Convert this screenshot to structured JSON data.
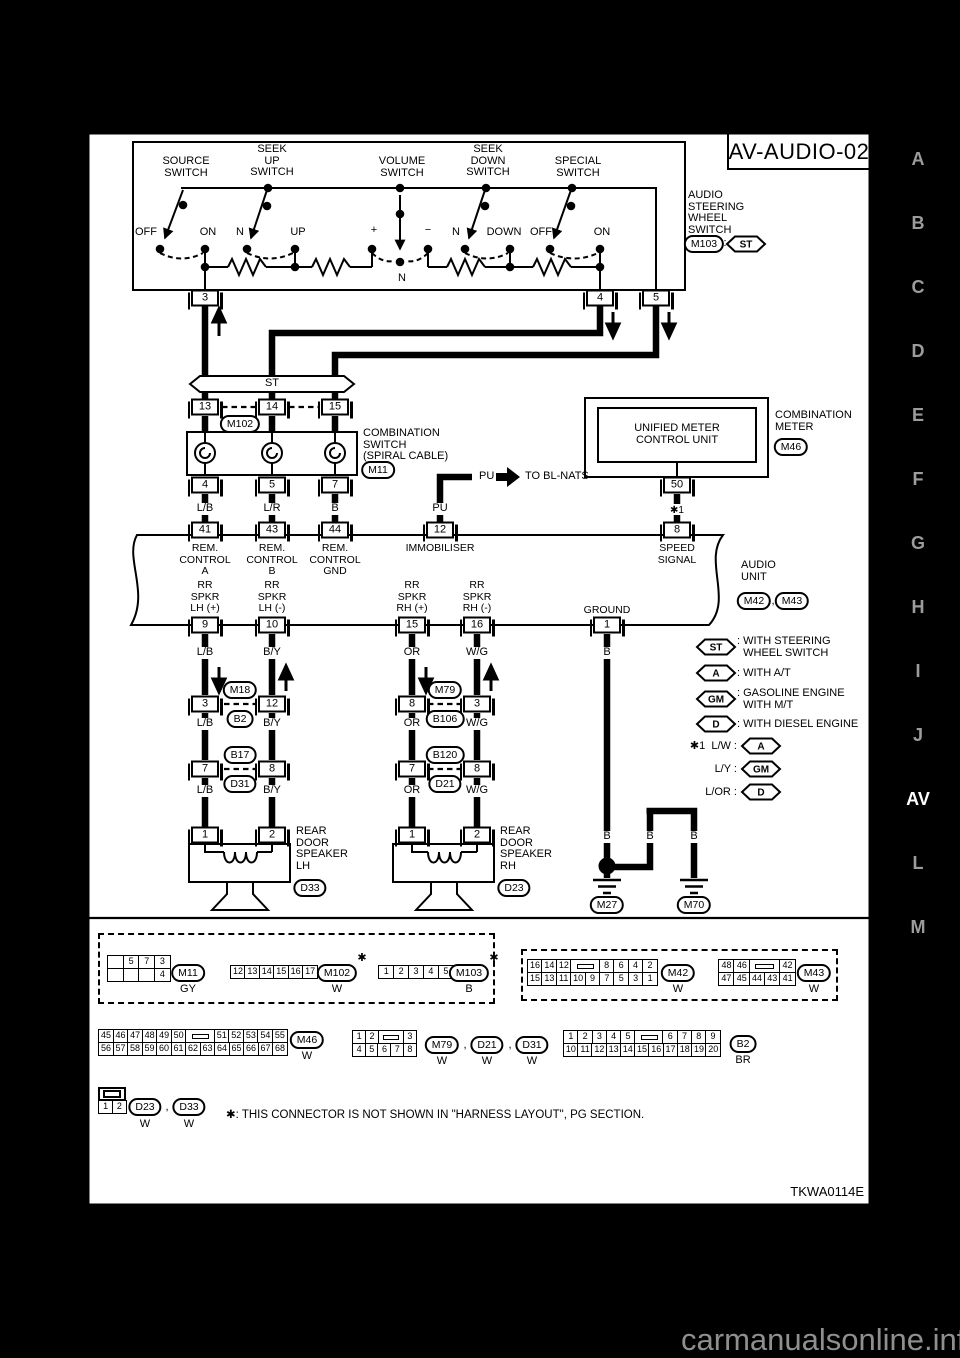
{
  "title": "AV-AUDIO-02",
  "fig_code": "TKWA0114E",
  "watermark": "carmanualsonline.info",
  "note": "✱: THIS CONNECTOR IS NOT SHOWN IN \"HARNESS LAYOUT\", PG SECTION.",
  "sidebar": {
    "letters": [
      "A",
      "B",
      "C",
      "D",
      "E",
      "F",
      "G",
      "H",
      "I",
      "J",
      "AV",
      "L",
      "M"
    ],
    "active": "AV"
  },
  "steering": {
    "label": "AUDIO\nSTEERING\nWHEEL\nSWITCH",
    "conn": "M103",
    "colon": ":",
    "tag": "ST"
  },
  "switches": {
    "titles": [
      "SOURCE\nSWITCH",
      "SEEK\nUP\nSWITCH",
      "VOLUME\nSWITCH",
      "SEEK\nDOWN\nSWITCH",
      "SPECIAL\nSWITCH"
    ],
    "positions": [
      "OFF",
      "ON",
      "N",
      "UP",
      "+",
      "−",
      "N",
      "N",
      "DOWN",
      "OFF",
      "ON"
    ],
    "pins": [
      "3",
      "4",
      "5"
    ]
  },
  "bus_label": "ST",
  "spiral": {
    "pins_top": [
      "13",
      "14",
      "15"
    ],
    "conn_mid": "M102",
    "label": "COMBINATION\nSWITCH\n(SPIRAL CABLE)",
    "conn": "M11",
    "pins_bot": [
      "4",
      "5",
      "7"
    ],
    "wires": [
      "L/B",
      "L/R",
      "B"
    ]
  },
  "pu": {
    "wire": "PU",
    "dest": "TO BL-NATS",
    "wire2": "PU",
    "pin": "12"
  },
  "meter": {
    "unit": "UNIFIED METER\nCONTROL UNIT",
    "label": "COMBINATION\nMETER",
    "conn": "M46",
    "pin": "50",
    "star1": "✱1"
  },
  "audio": {
    "pins_top": [
      "41",
      "43",
      "44",
      "12",
      "8"
    ],
    "fn_top": [
      "REM.\nCONTROL\nA",
      "REM.\nCONTROL\nB",
      "REM.\nCONTROL\nGND",
      "IMMOBILISER",
      "SPEED\nSIGNAL"
    ],
    "label": "AUDIO\nUNIT",
    "conn_a": "M42",
    "conn_b": "M43",
    "comma": ",",
    "pins_bot": [
      "9",
      "10",
      "15",
      "16",
      "1"
    ],
    "fn_bot": [
      "RR\nSPKR\nLH (+)",
      "RR\nSPKR\nLH (-)",
      "RR\nSPKR\nRH (+)",
      "RR\nSPKR\nRH (-)",
      "GROUND"
    ],
    "wires": [
      "L/B",
      "B/Y",
      "OR",
      "W/G",
      "B"
    ]
  },
  "lh": {
    "pins1": [
      "3",
      "12"
    ],
    "tag1a": "M18",
    "tag1b": "B2",
    "wires1": [
      "L/B",
      "B/Y"
    ],
    "pins2": [
      "7",
      "8"
    ],
    "tag2a": "B17",
    "tag2b": "D31",
    "wires2": [
      "L/B",
      "B/Y"
    ],
    "pins3": [
      "1",
      "2"
    ],
    "label": "REAR\nDOOR\nSPEAKER\nLH",
    "conn": "D33"
  },
  "rh": {
    "pins1": [
      "8",
      "3"
    ],
    "tag1a": "M79",
    "tag1b": "B106",
    "wires1": [
      "OR",
      "W/G"
    ],
    "pins2": [
      "7",
      "8"
    ],
    "tag2a": "B120",
    "tag2b": "D21",
    "wires2": [
      "OR",
      "W/G"
    ],
    "pins3": [
      "1",
      "2"
    ],
    "label": "REAR\nDOOR\nSPEAKER\nRH",
    "conn": "D23"
  },
  "ground": {
    "b1": "B",
    "b2": "B",
    "b3": "B",
    "b4": "B",
    "g1": "M27",
    "g2": "M70"
  },
  "legend": {
    "i0": {
      "tag": "ST",
      "text": ": WITH STEERING\n  WHEEL SWITCH"
    },
    "i1": {
      "tag": "A",
      "text": ": WITH A/T"
    },
    "i2": {
      "tag": "GM",
      "text": ": GASOLINE ENGINE\n  WITH M/T"
    },
    "i3": {
      "tag": "D",
      "text": ": WITH DIESEL ENGINE"
    }
  },
  "assign": {
    "a0": {
      "label": "✱1  L/W :",
      "tag": "A"
    },
    "a1": {
      "label": "L/Y :",
      "tag": "GM"
    },
    "a2": {
      "label": "L/OR :",
      "tag": "D"
    }
  },
  "cv": {
    "star": "✱",
    "comma": ",",
    "grids": {
      "M11": [
        [
          "",
          "5",
          "7",
          "3"
        ],
        [
          "",
          "",
          "",
          "4"
        ]
      ],
      "M102": [
        [
          "12",
          "13",
          "14",
          "15",
          "16",
          "17"
        ]
      ],
      "M103": [
        [
          "1",
          "2",
          "3",
          "4",
          "5"
        ]
      ],
      "M42": [
        [
          "16",
          "14",
          "12",
          null,
          "8",
          "6",
          "4",
          "2"
        ],
        [
          "15",
          "13",
          "11",
          "10",
          "9",
          "7",
          "5",
          "3",
          "1"
        ]
      ],
      "M43": [
        [
          "48",
          "46",
          null,
          "42"
        ],
        [
          "47",
          "45",
          "44",
          "43",
          "41"
        ]
      ],
      "M46": [
        [
          "45",
          "46",
          "47",
          "48",
          "49",
          "50",
          null,
          "51",
          "52",
          "53",
          "54",
          "55"
        ],
        [
          "56",
          "57",
          "58",
          "59",
          "60",
          "61",
          "62",
          "63",
          "64",
          "65",
          "66",
          "67",
          "68"
        ]
      ],
      "M79": [
        [
          "1",
          "2",
          null,
          "3"
        ],
        [
          "4",
          "5",
          "6",
          "7",
          "8"
        ]
      ],
      "B2": [
        [
          "1",
          "2",
          "3",
          "4",
          "5",
          null,
          "6",
          "7",
          "8",
          "9"
        ],
        [
          "10",
          "11",
          "12",
          "13",
          "14",
          "15",
          "16",
          "17",
          "18",
          "19",
          "20"
        ]
      ],
      "D23": [
        [
          "1",
          "2"
        ]
      ]
    },
    "m11": "M11",
    "m11c": "GY",
    "m102": "M102",
    "m102c": "W",
    "m103": "M103",
    "m103c": "B",
    "m42": "M42",
    "m42c": "W",
    "m43": "M43",
    "m43c": "W",
    "m46": "M46",
    "m46c": "W",
    "m79": "M79",
    "m79c": "W",
    "d21": "D21",
    "d21c": "W",
    "d31": "D31",
    "d31c": "W",
    "b2": "B2",
    "b2c": "BR",
    "d23": "D23",
    "d23c": "W",
    "d33": "D33",
    "d33c": "W"
  }
}
